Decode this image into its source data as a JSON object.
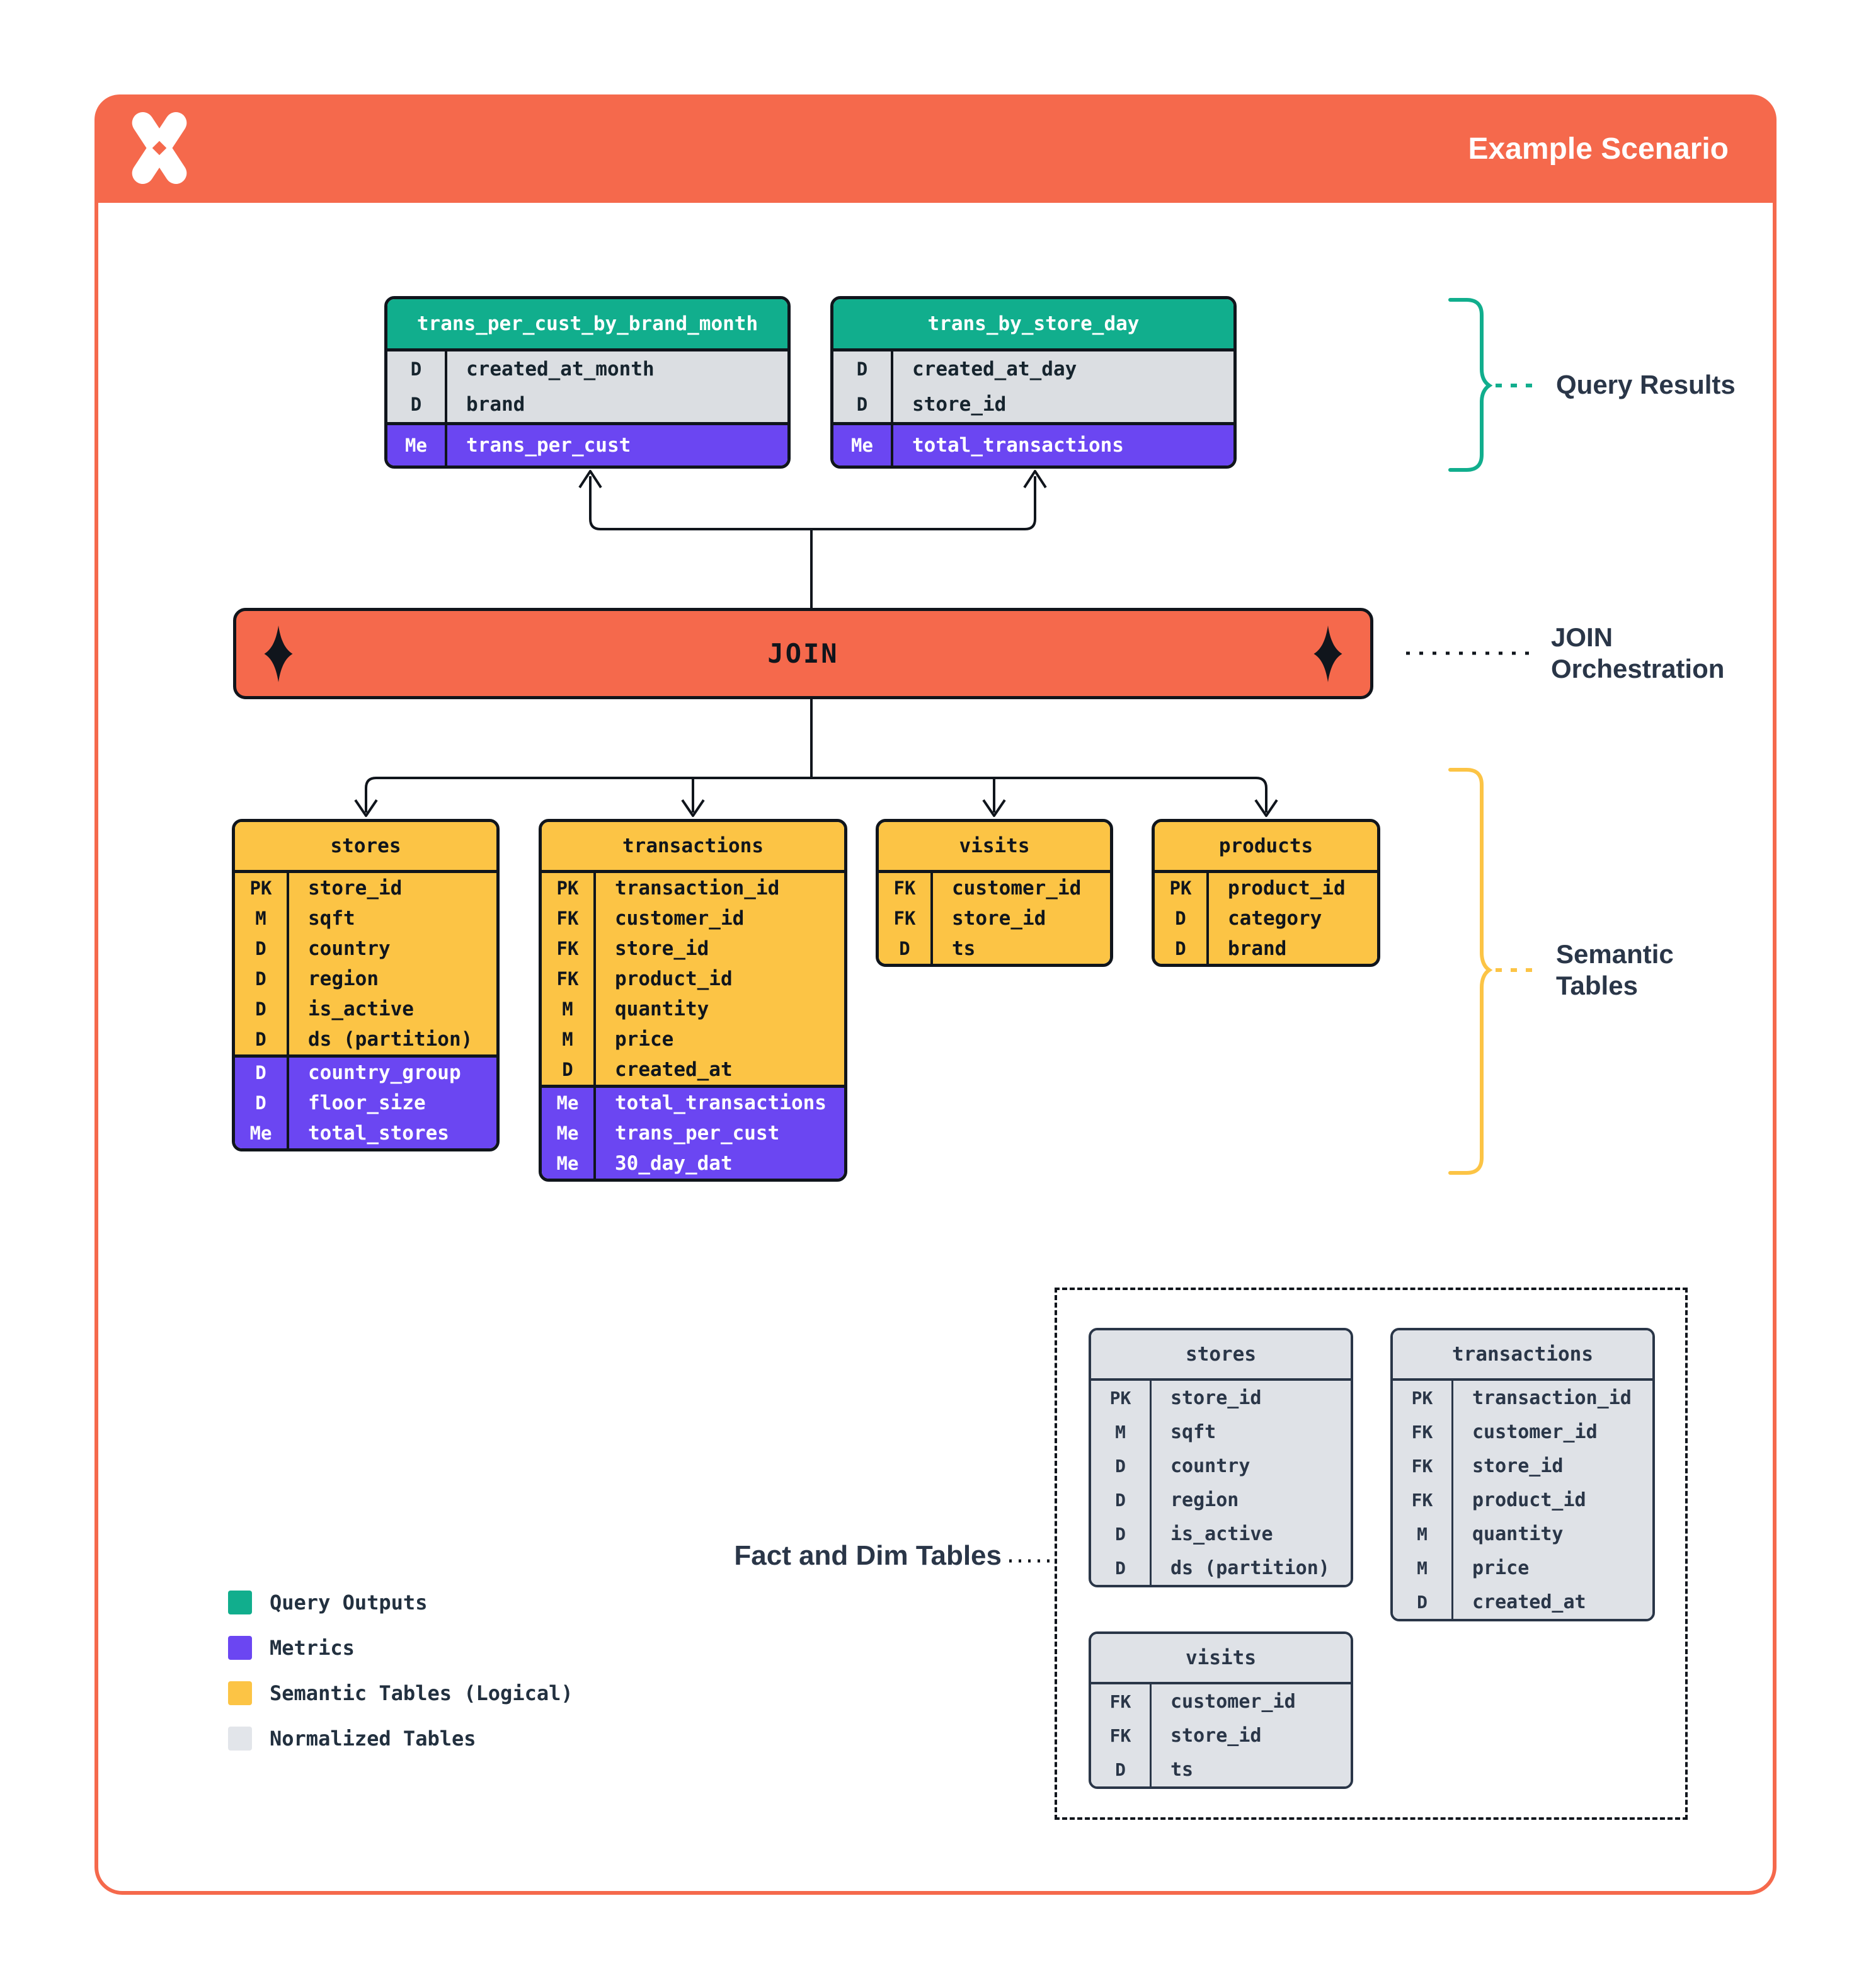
{
  "header": {
    "title": "Example Scenario",
    "logo_icon": "pinwheel-x-logo"
  },
  "join_bar": {
    "label": "JOIN",
    "icon": "diamond-icon"
  },
  "annotations": {
    "query_results": {
      "label": "Query Results"
    },
    "join_orchestration": {
      "line1": "JOIN",
      "line2": "Orchestration"
    },
    "semantic_tables": {
      "line1": "Semantic",
      "line2": "Tables"
    },
    "fact_dim": {
      "label": "Fact and Dim Tables"
    }
  },
  "query_result_tables": [
    {
      "name": "trans_per_cust_by_brand_month",
      "sections": [
        {
          "kind": "dims",
          "rows": [
            {
              "key": "D",
              "name": "created_at_month"
            },
            {
              "key": "D",
              "name": "brand"
            }
          ]
        },
        {
          "kind": "metrics",
          "rows": [
            {
              "key": "Me",
              "name": "trans_per_cust"
            }
          ]
        }
      ]
    },
    {
      "name": "trans_by_store_day",
      "sections": [
        {
          "kind": "dims",
          "rows": [
            {
              "key": "D",
              "name": "created_at_day"
            },
            {
              "key": "D",
              "name": "store_id"
            }
          ]
        },
        {
          "kind": "metrics",
          "rows": [
            {
              "key": "Me",
              "name": "total_transactions"
            }
          ]
        }
      ]
    }
  ],
  "semantic_tables": [
    {
      "name": "stores",
      "sections": [
        {
          "kind": "dims",
          "rows": [
            {
              "key": "PK",
              "name": "store_id"
            },
            {
              "key": "M",
              "name": "sqft"
            },
            {
              "key": "D",
              "name": "country"
            },
            {
              "key": "D",
              "name": "region"
            },
            {
              "key": "D",
              "name": "is_active"
            },
            {
              "key": "D",
              "name": "ds (partition)"
            }
          ]
        },
        {
          "kind": "metrics",
          "rows": [
            {
              "key": "D",
              "name": "country_group"
            },
            {
              "key": "D",
              "name": "floor_size"
            },
            {
              "key": "Me",
              "name": "total_stores"
            }
          ]
        }
      ]
    },
    {
      "name": "transactions",
      "sections": [
        {
          "kind": "dims",
          "rows": [
            {
              "key": "PK",
              "name": "transaction_id"
            },
            {
              "key": "FK",
              "name": "customer_id"
            },
            {
              "key": "FK",
              "name": "store_id"
            },
            {
              "key": "FK",
              "name": "product_id"
            },
            {
              "key": "M",
              "name": "quantity"
            },
            {
              "key": "M",
              "name": "price"
            },
            {
              "key": "D",
              "name": "created_at"
            }
          ]
        },
        {
          "kind": "metrics",
          "rows": [
            {
              "key": "Me",
              "name": "total_transactions"
            },
            {
              "key": "Me",
              "name": "trans_per_cust"
            },
            {
              "key": "Me",
              "name": "30_day_dat"
            }
          ]
        }
      ]
    },
    {
      "name": "visits",
      "sections": [
        {
          "kind": "dims",
          "rows": [
            {
              "key": "FK",
              "name": "customer_id"
            },
            {
              "key": "FK",
              "name": "store_id"
            },
            {
              "key": "D",
              "name": "ts"
            }
          ]
        }
      ]
    },
    {
      "name": "products",
      "sections": [
        {
          "kind": "dims",
          "rows": [
            {
              "key": "PK",
              "name": "product_id"
            },
            {
              "key": "D",
              "name": "category"
            },
            {
              "key": "D",
              "name": "brand"
            }
          ]
        }
      ]
    }
  ],
  "normalized_tables": [
    {
      "name": "stores",
      "sections": [
        {
          "kind": "dims",
          "rows": [
            {
              "key": "PK",
              "name": "store_id"
            },
            {
              "key": "M",
              "name": "sqft"
            },
            {
              "key": "D",
              "name": "country"
            },
            {
              "key": "D",
              "name": "region"
            },
            {
              "key": "D",
              "name": "is_active"
            },
            {
              "key": "D",
              "name": "ds (partition)"
            }
          ]
        }
      ]
    },
    {
      "name": "transactions",
      "sections": [
        {
          "kind": "dims",
          "rows": [
            {
              "key": "PK",
              "name": "transaction_id"
            },
            {
              "key": "FK",
              "name": "customer_id"
            },
            {
              "key": "FK",
              "name": "store_id"
            },
            {
              "key": "FK",
              "name": "product_id"
            },
            {
              "key": "M",
              "name": "quantity"
            },
            {
              "key": "M",
              "name": "price"
            },
            {
              "key": "D",
              "name": "created_at"
            }
          ]
        }
      ]
    },
    {
      "name": "visits",
      "sections": [
        {
          "kind": "dims",
          "rows": [
            {
              "key": "FK",
              "name": "customer_id"
            },
            {
              "key": "FK",
              "name": "store_id"
            },
            {
              "key": "D",
              "name": "ts"
            }
          ]
        }
      ]
    }
  ],
  "legend": {
    "items": [
      {
        "color": "#11AE8D",
        "label": "Query Outputs"
      },
      {
        "color": "#6B46F2",
        "label": "Metrics"
      },
      {
        "color": "#FCC445",
        "label": "Semantic Tables (Logical)"
      },
      {
        "color": "#E2E5EA",
        "label": "Normalized Tables"
      }
    ]
  },
  "colors": {
    "accent_coral": "#F5694C",
    "query_output_green": "#11AE8D",
    "metric_purple": "#6B46F2",
    "semantic_yellow": "#FCC445",
    "dimension_gray": "#DBDEE2",
    "normalized_gray": "#DFE2E7",
    "ink": "#10151C",
    "navy": "#2A3648"
  }
}
